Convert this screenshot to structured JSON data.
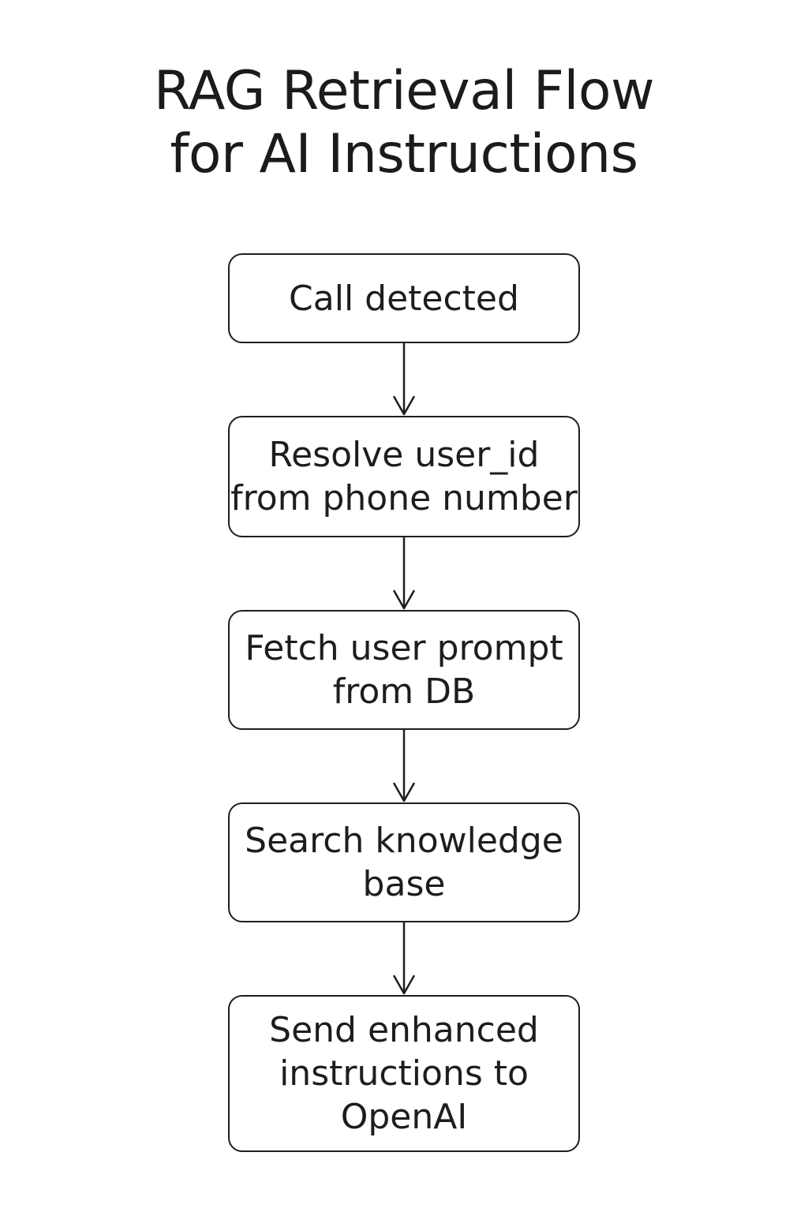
{
  "title": "RAG Retrieval Flow\nfor AI Instructions",
  "flowchart": {
    "nodes": [
      {
        "id": "call-detected",
        "label": "Call detected"
      },
      {
        "id": "resolve-user-id",
        "label": "Resolve user_id\nfrom phone number"
      },
      {
        "id": "fetch-user-prompt",
        "label": "Fetch user prompt\nfrom DB"
      },
      {
        "id": "search-knowledge-base",
        "label": "Search knowledge\nbase"
      },
      {
        "id": "send-instructions",
        "label": "Send enhanced\ninstructions to\nOpenAI"
      }
    ],
    "edges": [
      {
        "from": "call-detected",
        "to": "resolve-user-id"
      },
      {
        "from": "resolve-user-id",
        "to": "fetch-user-prompt"
      },
      {
        "from": "fetch-user-prompt",
        "to": "search-knowledge-base"
      },
      {
        "from": "search-knowledge-base",
        "to": "send-instructions"
      }
    ],
    "colors": {
      "stroke": "#1e1e1e",
      "text": "#1d1d1f",
      "background": "#ffffff"
    }
  }
}
